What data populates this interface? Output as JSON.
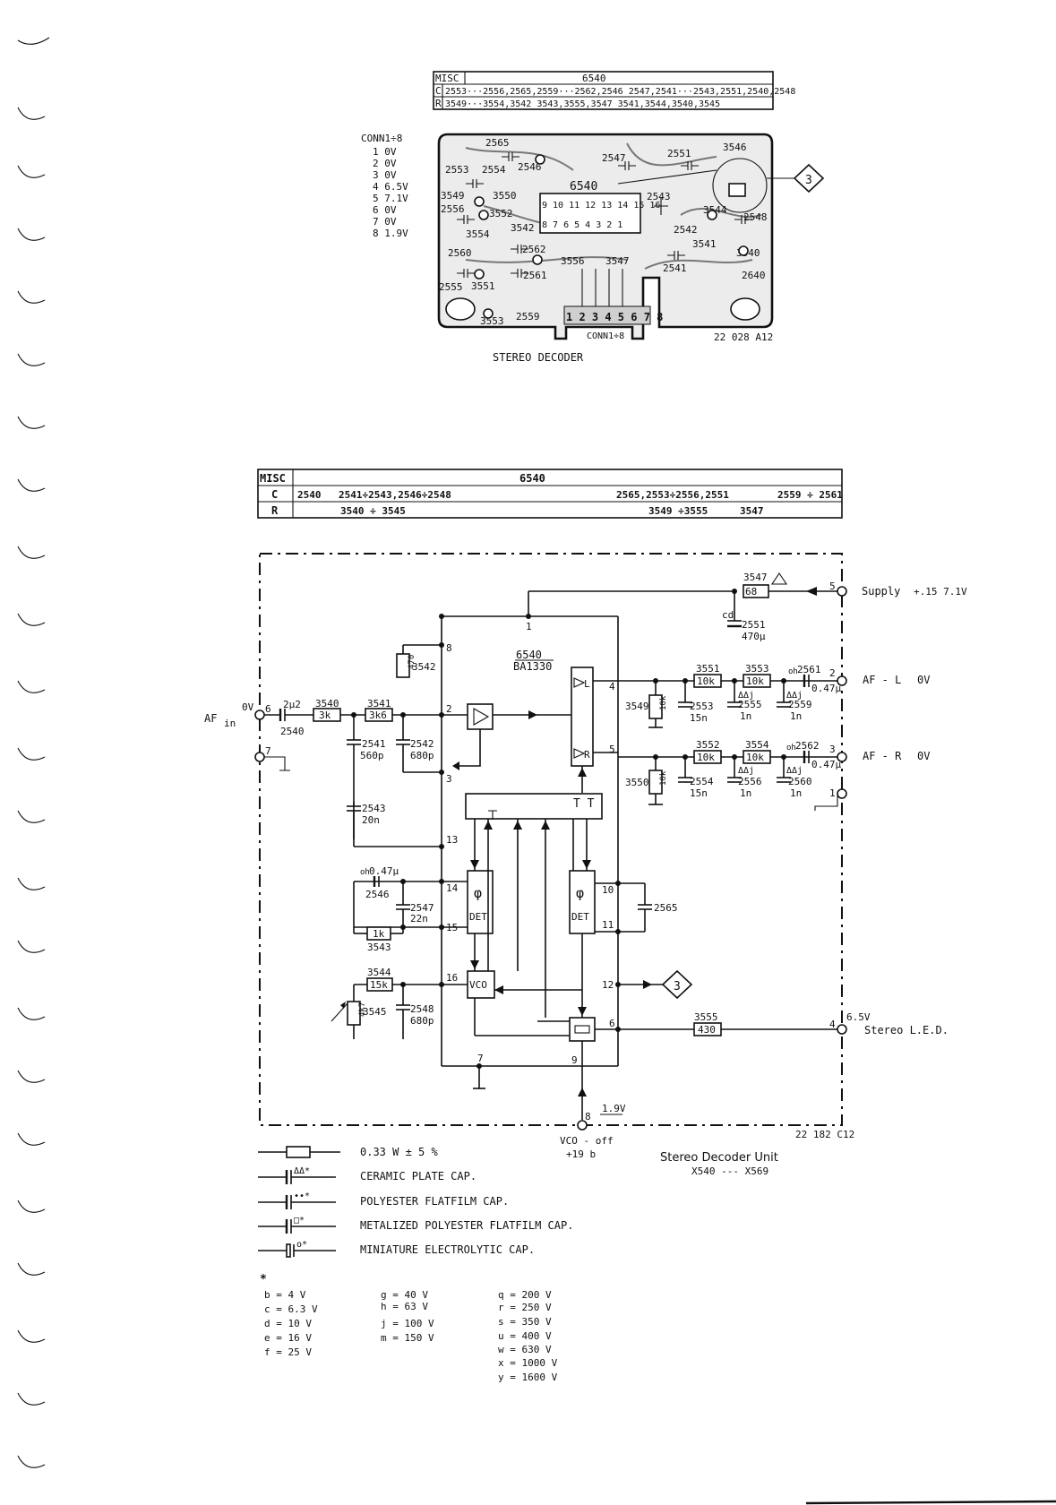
{
  "tableTop": {
    "header": [
      "MISC",
      "6540"
    ],
    "rows": [
      [
        "C",
        "2553···2556,2565,2559···2562,2546   2547,2541···2543,2551,2540,2548"
      ],
      [
        "R",
        "3549···3554,3542        3543,3555,3547         3541,3544,3540,3545"
      ]
    ]
  },
  "connList": {
    "title": "CONN1÷8",
    "pins": [
      "1  0V",
      "2  0V",
      "3  0V",
      "4  6.5V",
      "5  7.1V",
      "6  0V",
      "7  0V",
      "8  1.9V"
    ]
  },
  "pcb": {
    "ic": "6540",
    "icPinsTop": "9 10 11 12 13 14 15 16",
    "icPinsBottom": "8  7  6  5  4  3  2  1",
    "connector": "1 2 3 4 5 6 7 8",
    "connLabel": "CONN1÷8",
    "code": "22 028 A12",
    "title": "STEREO  DECODER",
    "components": [
      "2565",
      "2543",
      "2547",
      "2551",
      "3546",
      "2553",
      "2554",
      "2546",
      "3549",
      "3550",
      "2556",
      "3552",
      "3542",
      "3544",
      "2542",
      "2548",
      "3554",
      "2562",
      "3541",
      "2560",
      "3556",
      "3547",
      "3540",
      "2541",
      "2555",
      "3551",
      "2561",
      "2640",
      "3553",
      "2559"
    ]
  },
  "tableMid": {
    "header": [
      "MISC",
      "6540"
    ],
    "rows": [
      [
        "C",
        "2540",
        "2541÷2543,2546÷2548",
        "2565,2553÷2556,2551",
        "2559 ÷ 2561"
      ],
      [
        "R",
        "",
        "3540 ÷ 3545",
        "3549 ÷3555",
        "3547"
      ]
    ]
  },
  "schematic": {
    "icName": "6540",
    "icType": "BA1330",
    "afIn": "AF",
    "afInSub": "in",
    "afInLevel": "0V",
    "supply": "Supply",
    "supplyValue": "+.15  7.1V",
    "afL": "AF - L",
    "afLLevel": "0V",
    "afR": "AF - R",
    "afRLevel": "0V",
    "stereoLed": "Stereo  L.E.D.",
    "stereoLedLevel": "6.5V",
    "vcoOff": "VCO - off",
    "vcoOffRef": "+19 b",
    "pin8Level": "1.9V",
    "code": "22  182  C12",
    "unitTitle": "Stereo  Decoder  Unit",
    "unitRange": "X540 --- X569",
    "det": "DET",
    "phi": "φ",
    "vco": "VCO",
    "connectorRef": "3",
    "components": {
      "c2540": "2540",
      "c2540v": "2μ2",
      "r3540": "3540",
      "r3540v": "3k",
      "r3541": "3541",
      "r3541v": "3k6",
      "c2541": "2541",
      "c2541v": "560p",
      "c2542": "2542",
      "c2542v": "680p",
      "r3542": "3542",
      "r3542v": "470",
      "c2543": "2543",
      "c2543v": "20n",
      "c2546": "2546",
      "c2546v": "0.47μ",
      "c2547": "2547",
      "c2547v": "22n",
      "r3543": "3543",
      "r3543v": "1k",
      "r3544": "3544",
      "r3544v": "15k",
      "r3545": "3545",
      "r3545v": "4k7",
      "c2548": "2548",
      "c2548v": "680p",
      "r3547": "3547",
      "r3547v": "68",
      "c2551": "2551",
      "c2551v": "470μ",
      "r3549": "3549",
      "r3549v": "10k",
      "r3550": "3550",
      "r3550v": "10k",
      "r3551": "3551",
      "r3551v": "10k",
      "r3552": "3552",
      "r3552v": "10k",
      "r3553": "3553",
      "r3553v": "10k",
      "r3554": "3554",
      "r3554v": "10k",
      "c2553": "2553",
      "c2553v": "15n",
      "c2554": "2554",
      "c2554v": "15n",
      "c2555": "2555",
      "c2555v": "1n",
      "c2556": "2556",
      "c2556v": "1n",
      "c2559": "2559",
      "c2559v": "1n",
      "c2560": "2560",
      "c2560v": "1n",
      "c2561": "2561",
      "c2561v": "0.47μ",
      "c2562": "2562",
      "c2562v": "0.47μ",
      "c2565": "2565",
      "r3555": "3555",
      "r3555v": "430"
    }
  },
  "legend": {
    "items": [
      "0.33 W    ± 5 %",
      "CERAMIC  PLATE  CAP.",
      "POLYESTER  FLATFILM  CAP.",
      "METALIZED  POLYESTER  FLATFILM  CAP.",
      "MINIATURE  ELECTROLYTIC  CAP."
    ],
    "star": "*",
    "voltages": [
      [
        "b  =  4 V",
        "c  =  6.3 V",
        "d  =  10 V",
        "e  =  16 V",
        "f  =  25 V"
      ],
      [
        "g  =  40 V",
        "h  =  63 V",
        "j  =  100 V",
        "m  =  150 V"
      ],
      [
        "q  =  200 V",
        "r  =  250 V",
        "s  =  350 V",
        "u  =  400 V",
        "w  =  630 V",
        "x  =  1000 V",
        "y  =  1600 V"
      ]
    ]
  }
}
